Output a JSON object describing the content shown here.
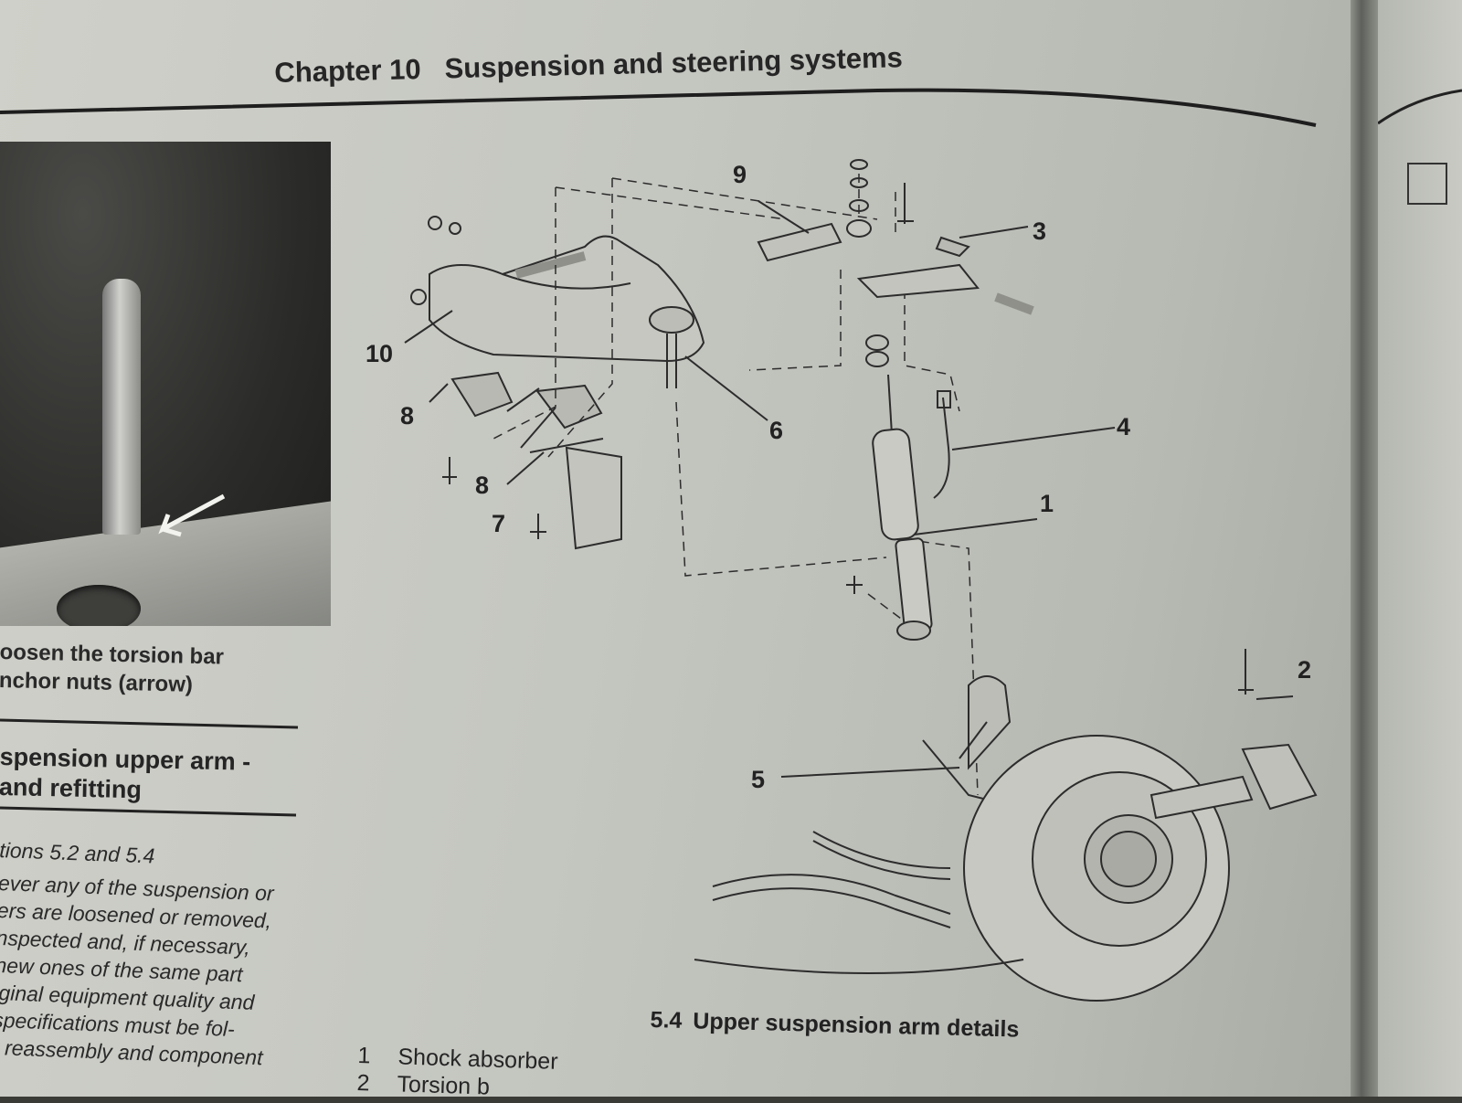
{
  "header": {
    "chapter": "Chapter 10",
    "title": "Suspension and steering systems"
  },
  "photo_caption": {
    "line1": "oosen the torsion bar",
    "line2": "nchor nuts (arrow)"
  },
  "section": {
    "line1": "spension upper arm -",
    "line2": "and refitting"
  },
  "body": {
    "line1": "tions 5.2 and 5.4",
    "line2": "ever any of the suspension or",
    "line3": "ers are loosened or removed,",
    "line4": "nspected and, if necessary,",
    "line5": "new ones of the same part",
    "line6": "iginal equipment quality and",
    "line7": "specifications must be fol-",
    "line8": "r reassembly and component"
  },
  "figure": {
    "number": "5.4",
    "caption": "Upper suspension arm details",
    "callouts": {
      "c1": "1",
      "c2": "2",
      "c3": "3",
      "c4": "4",
      "c5": "5",
      "c6": "6",
      "c7": "7",
      "c8a": "8",
      "c8b": "8",
      "c9": "9",
      "c10": "10"
    }
  },
  "legend": [
    {
      "num": "1",
      "label": "Shock absorber"
    },
    {
      "num": "2",
      "label": "Torsion b"
    }
  ]
}
